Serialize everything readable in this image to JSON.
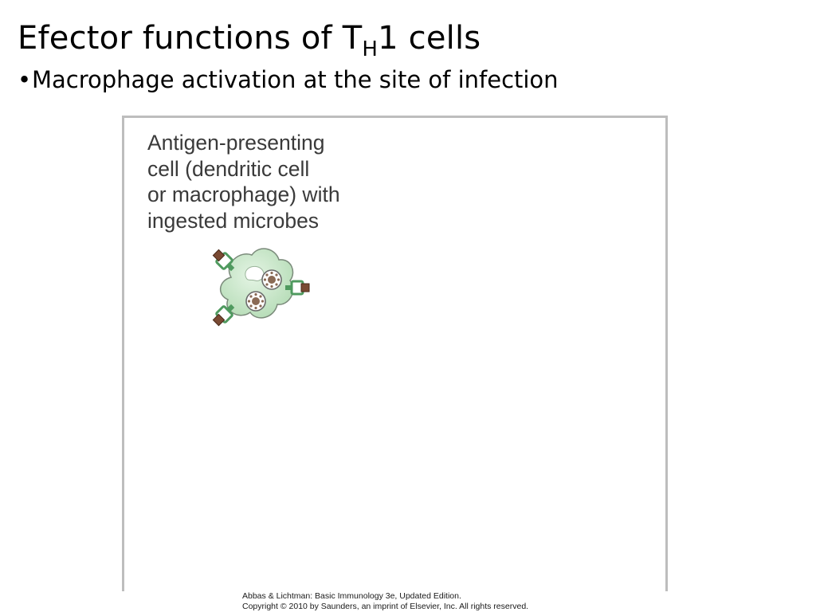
{
  "slide": {
    "title_prefix": "Efector functions of T",
    "title_subscript": "H",
    "title_suffix": "1 cells",
    "bullet_symbol": "•",
    "bullet_text": "Macrophage activation at the site of infection"
  },
  "figure": {
    "apc_label": "Antigen-presenting\ncell (dendritic cell\nor macrophage) with\ningested microbes",
    "colors": {
      "cell_fill": "#c9e6c9",
      "cell_outline": "#6b6b6b",
      "receptor_green": "#4f9a5f",
      "peptide_brown": "#7a4a33",
      "microbe": "#8a6a55"
    }
  },
  "credit": {
    "line1": "Abbas & Lichtman: Basic Immunology 3e, Updated Edition.",
    "line2": "Copyright © 2010 by Saunders, an imprint of Elsevier, Inc. All rights reserved."
  }
}
